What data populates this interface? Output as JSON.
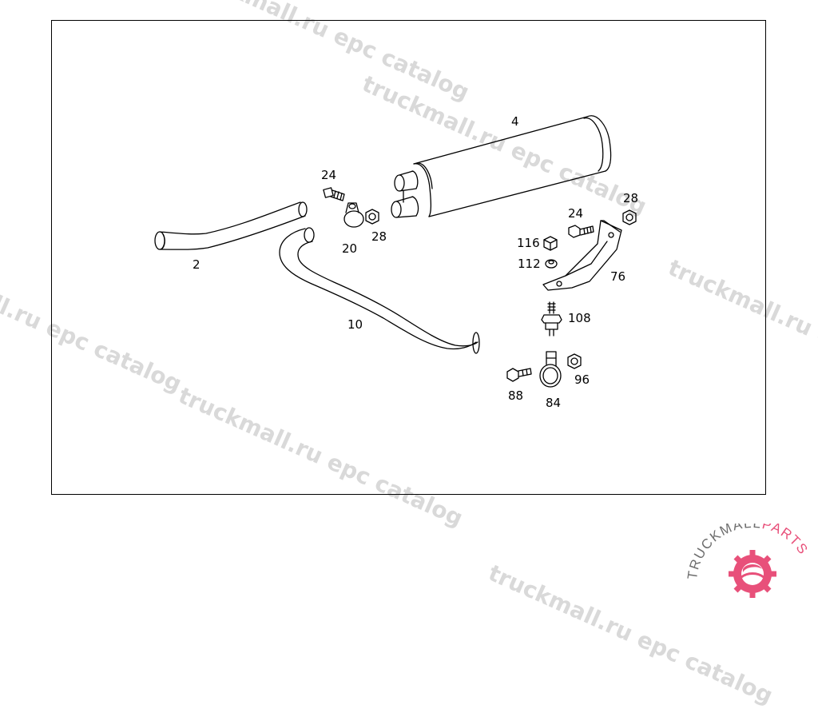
{
  "watermark": {
    "text_1": "truckmall.ru epc catalog",
    "text_2": "truckmall.ru epc catalog",
    "text_3": "truckmall.ru epc catalog",
    "text_4": "truckmall.ru epc catalog",
    "text_5": "truckmall.ru epc catalog",
    "text_6": "truckmall.ru epc catalog",
    "color": "#d9d9d9"
  },
  "brand": {
    "name_part1": "TRUCKMALL",
    "name_part2": "PARTS",
    "accent_color": "#e8507a",
    "icon": "gear-icon"
  },
  "parts": {
    "p4": "4",
    "p24a": "24",
    "p20": "20",
    "p28a": "28",
    "p2": "2",
    "p10": "10",
    "p28b": "28",
    "p24b": "24",
    "p116": "116",
    "p112": "112",
    "p76": "76",
    "p108": "108",
    "p88": "88",
    "p84": "84",
    "p96": "96"
  }
}
